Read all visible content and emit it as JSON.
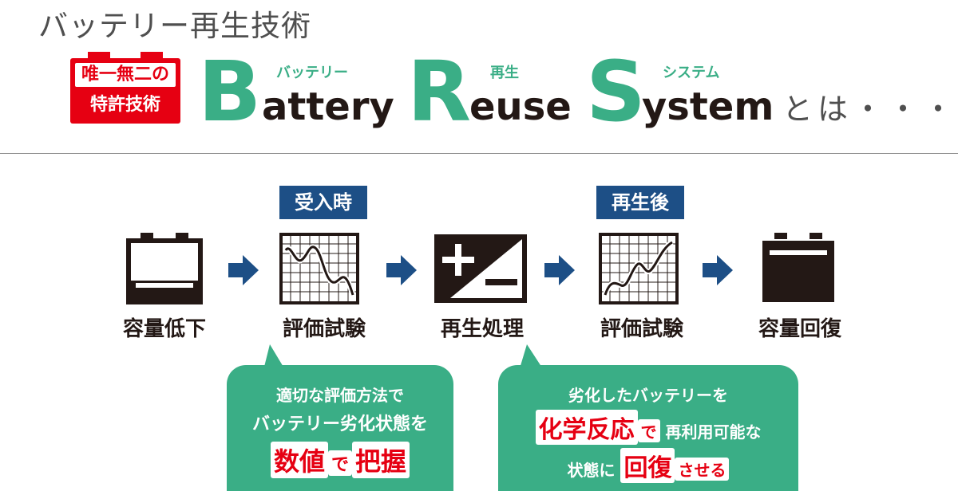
{
  "header": {
    "title": "バッテリー再生技術"
  },
  "badge": {
    "line1": "唯一無二の",
    "line2": "特許技術"
  },
  "brs": {
    "battery": {
      "cap": "B",
      "rest": "attery",
      "ruby": "バッテリー"
    },
    "reuse": {
      "cap": "R",
      "rest": "euse",
      "ruby": "再生"
    },
    "system": {
      "cap": "S",
      "rest": "ystem",
      "ruby": "システム"
    },
    "suffix": "とは・・・"
  },
  "stages": {
    "receive": "受入時",
    "after": "再生後"
  },
  "steps": [
    {
      "label": "容量低下"
    },
    {
      "label": "評価試験"
    },
    {
      "label": "再生処理"
    },
    {
      "label": "評価試験"
    },
    {
      "label": "容量回復"
    }
  ],
  "bubble_left": {
    "line1": "適切な評価方法で",
    "line2": "バッテリー劣化状態を",
    "line3_a": "数値",
    "line3_b": "で",
    "line3_c": "把握"
  },
  "bubble_right": {
    "line1": "劣化したバッテリーを",
    "line2_a": "化学反応",
    "line2_b": "で",
    "line2_c": " 再利用可能な",
    "line3_a": "状態に ",
    "line3_b": "回復",
    "line3_c": "させる"
  },
  "colors": {
    "green": "#3aae86",
    "navy": "#1d4f86",
    "red": "#e60012",
    "dark": "#231815"
  }
}
